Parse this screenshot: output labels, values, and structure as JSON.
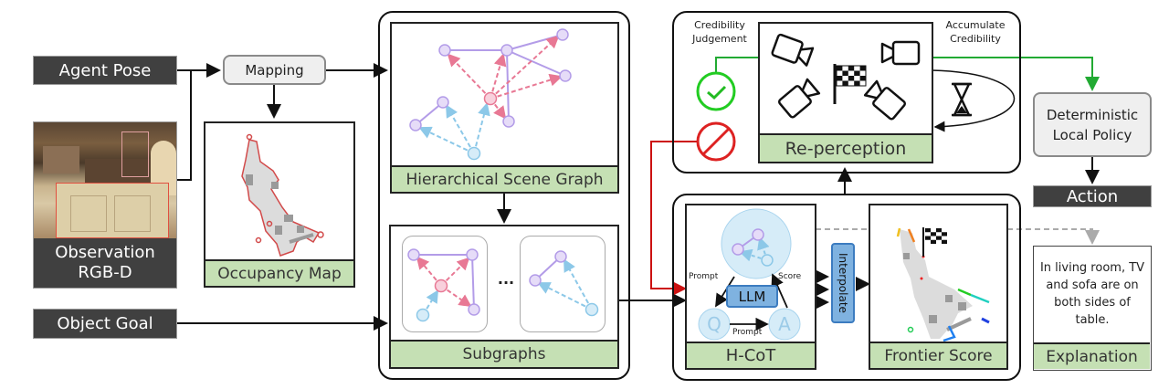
{
  "inputs": {
    "agent_pose": "Agent Pose",
    "observation_line1": "Observation",
    "observation_line2": "RGB-D",
    "object_goal": "Object Goal"
  },
  "mapping": {
    "label": "Mapping"
  },
  "occupancy_map": {
    "label": "Occupancy Map"
  },
  "scene_graph": {
    "label": "Hierarchical Scene Graph"
  },
  "subgraphs": {
    "label": "Subgraphs",
    "ellipsis": "..."
  },
  "reperception": {
    "label": "Re-perception",
    "credibility_judgement_line1": "Credibility",
    "credibility_judgement_line2": "Judgement",
    "accumulate_line1": "Accumulate",
    "accumulate_line2": "Credibility"
  },
  "hcot": {
    "label": "H-CoT",
    "llm": "LLM",
    "q": "Q",
    "a": "A",
    "prompt_left": "Prompt",
    "prompt_bottom": "Prompt",
    "score": "Score"
  },
  "interpolate": {
    "label": "Interpolate"
  },
  "frontier": {
    "label": "Frontier Score"
  },
  "policy": {
    "line1": "Deterministic",
    "line2": "Local Policy"
  },
  "action": {
    "label": "Action"
  },
  "explanation": {
    "label": "Explanation",
    "text": "In living room, TV and sofa are on both sides of table."
  },
  "colors": {
    "dark_box": "#404040",
    "label_green": "#c5e0b4",
    "accept_green": "#22bb22",
    "reject_red": "#dd2222",
    "object_node": "#e6dcf8",
    "room_node": "#f8d0dc",
    "region_node": "#d6ecf8",
    "edge_purple": "#b39ce8",
    "edge_pink": "#e87894",
    "edge_blue": "#8cc8e8"
  }
}
